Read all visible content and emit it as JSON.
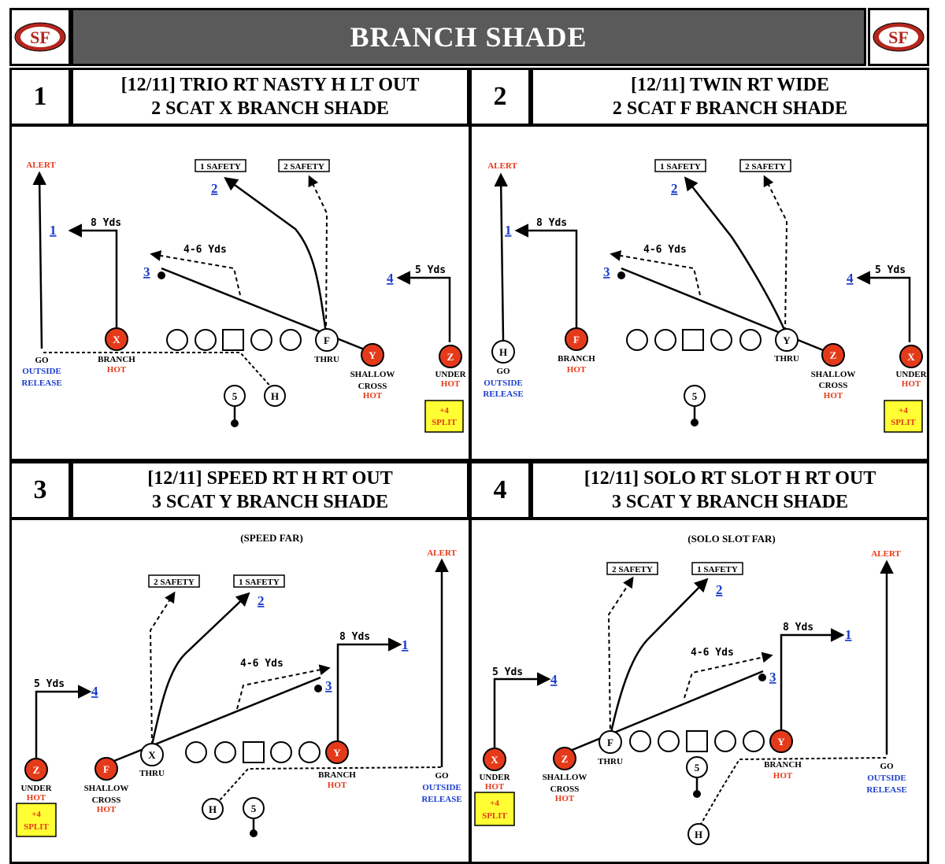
{
  "header": {
    "title": "BRANCH SHADE",
    "logo_text": "SF"
  },
  "panels": [
    {
      "number": "1",
      "title_line1": "[12/11] TRIO RT NASTY H LT OUT",
      "title_line2": "2 SCAT X BRANCH SHADE",
      "subtitle": ""
    },
    {
      "number": "2",
      "title_line1": "[12/11] TWIN RT WIDE",
      "title_line2": "2 SCAT F BRANCH SHADE",
      "subtitle": ""
    },
    {
      "number": "3",
      "title_line1": "[12/11] SPEED RT H RT OUT",
      "title_line2": "3 SCAT Y BRANCH SHADE",
      "subtitle": "(SPEED FAR)"
    },
    {
      "number": "4",
      "title_line1": "[12/11] SOLO RT SLOT H RT OUT",
      "title_line2": "3 SCAT Y BRANCH SHADE",
      "subtitle": "(SOLO SLOT FAR)"
    }
  ],
  "labels": {
    "alert": "ALERT",
    "safety1": "1 SAFETY",
    "safety2": "2 SAFETY",
    "yds8": "8 Yds",
    "yds5": "5 Yds",
    "yds46": "4-6 Yds",
    "go": "GO",
    "outside": "OUTSIDE",
    "release": "RELEASE",
    "branch": "BRANCH",
    "hot": "HOT",
    "thru": "THRU",
    "shallow": "SHALLOW",
    "cross": "CROSS",
    "under": "UNDER",
    "plus4": "+4",
    "split": "SPLIT",
    "r1": "1",
    "r2": "2",
    "r3": "3",
    "r4": "4",
    "X": "X",
    "Y": "Y",
    "Z": "Z",
    "F": "F",
    "H": "H",
    "qb": "5"
  },
  "colors": {
    "hot": "#e53a1a",
    "read": "#1a3ccc",
    "note_bg": "#ffff33",
    "header_bg": "#5a5a5a"
  }
}
